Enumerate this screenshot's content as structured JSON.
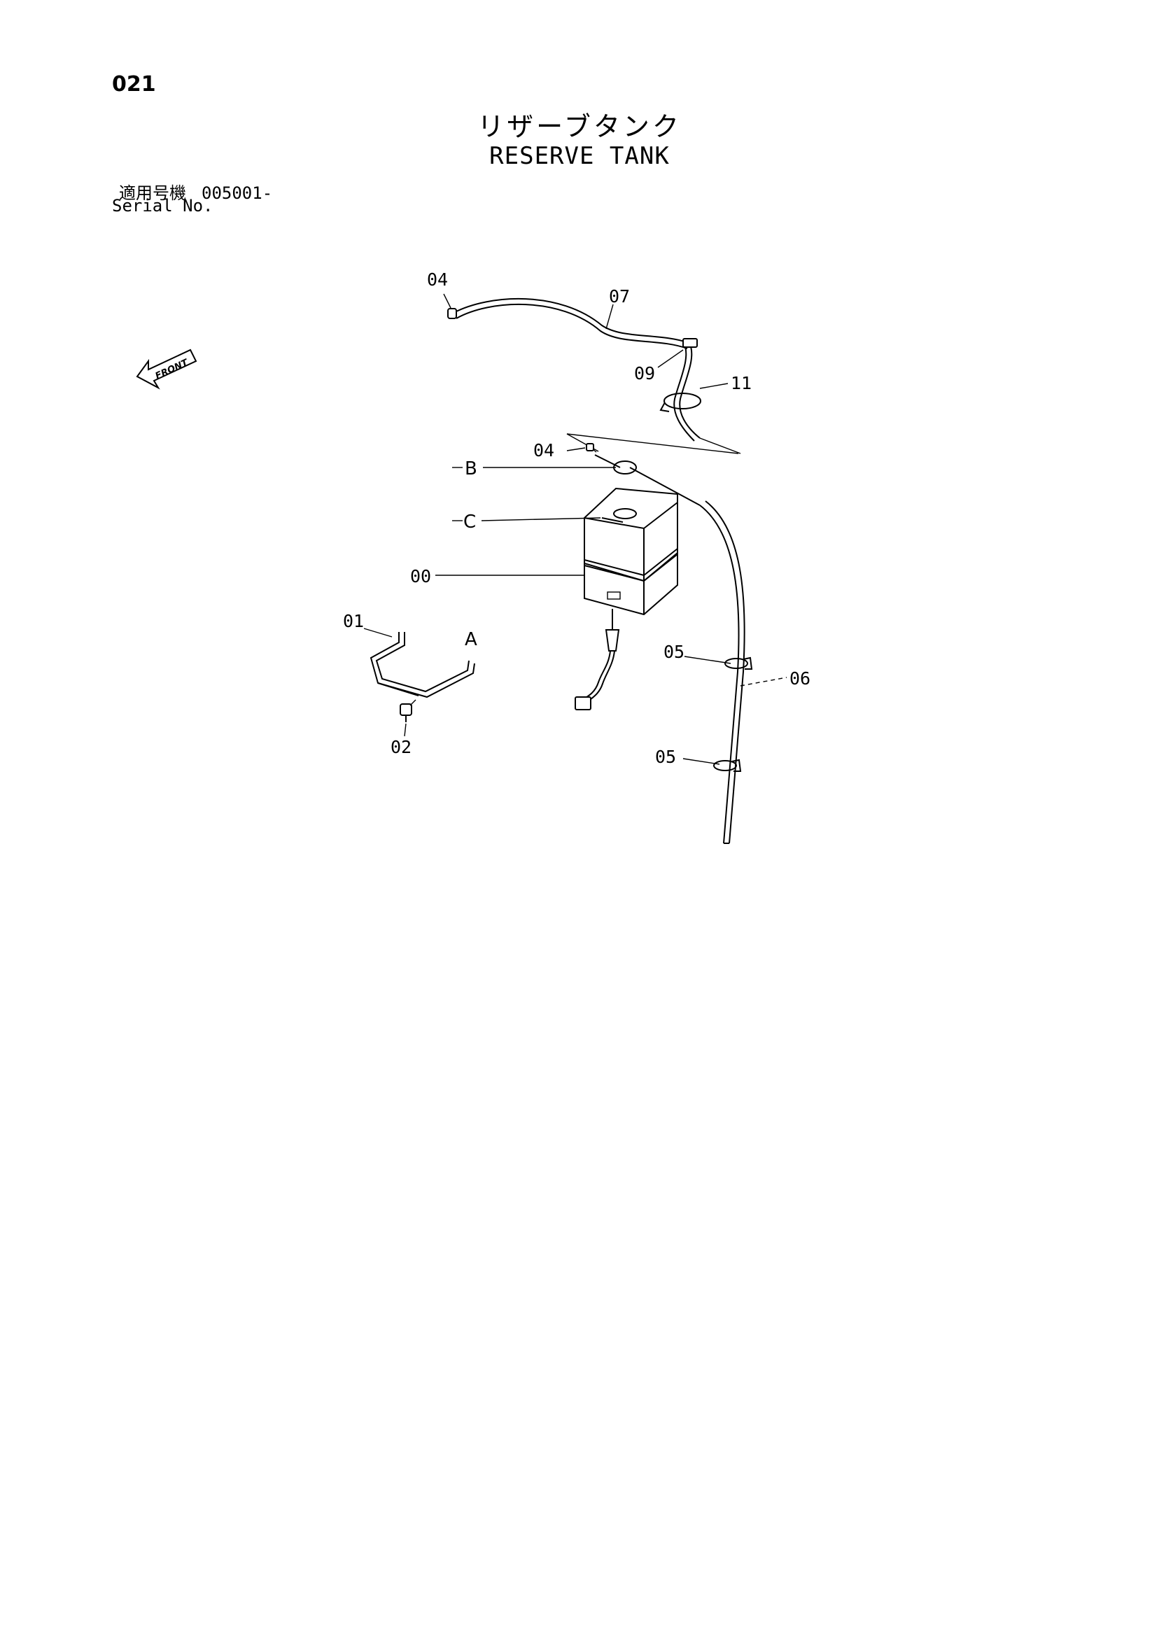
{
  "page_number": "021",
  "title_jp": "リザーブタンク",
  "title_en": "RESERVE TANK",
  "serial": {
    "label_jp": "適用号機",
    "label_en": "Serial No.",
    "value": "005001-"
  },
  "front_label": "FRONT",
  "callouts": {
    "top_04": "04",
    "c07": "07",
    "c09": "09",
    "c11": "11",
    "mid_04": "04",
    "cB": "B",
    "cC": "C",
    "c00": "00",
    "c01": "01",
    "cA": "A",
    "c02": "02",
    "upper_05": "05",
    "c06": "06",
    "lower_05": "05"
  }
}
